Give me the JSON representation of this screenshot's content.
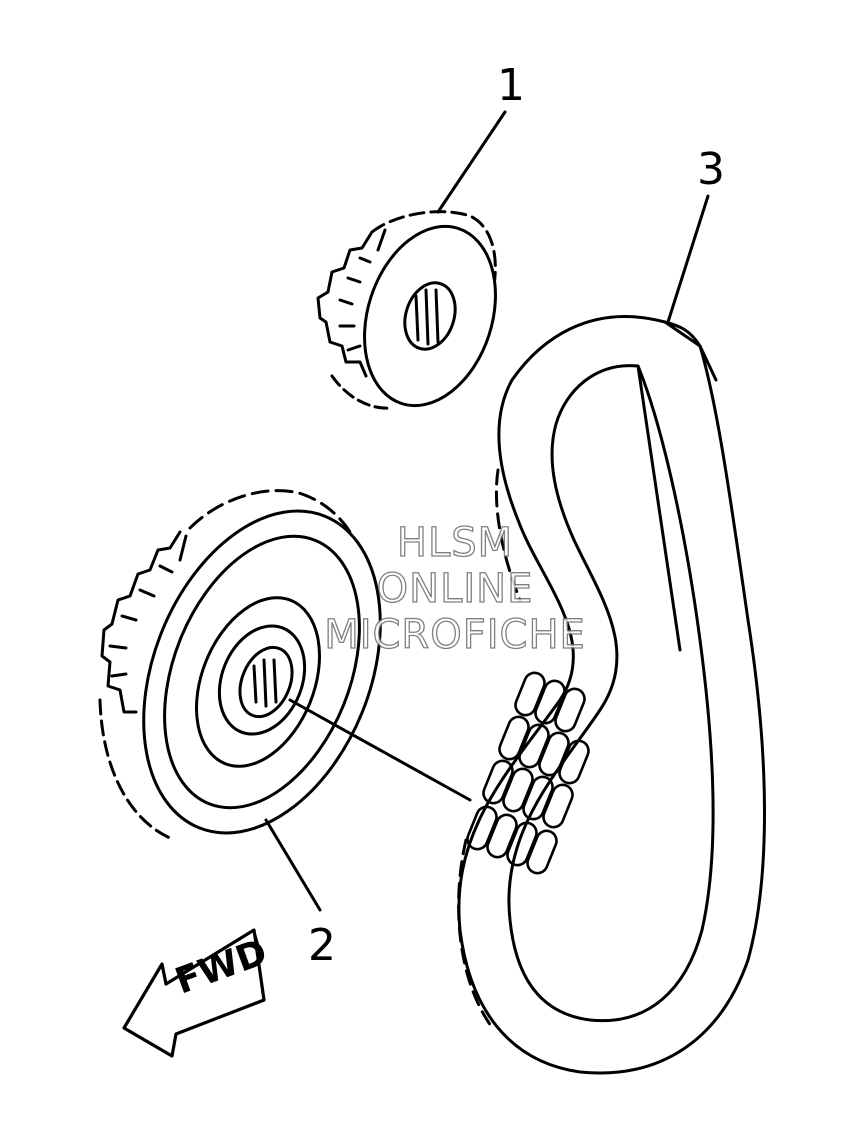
{
  "callouts": [
    {
      "id": "1",
      "label": "1"
    },
    {
      "id": "2",
      "label": "2"
    },
    {
      "id": "3",
      "label": "3"
    }
  ],
  "direction_arrow": {
    "label": "FWD"
  },
  "watermark": {
    "lines": [
      "HLSM",
      "ONLINE",
      "MICROFICHE"
    ]
  },
  "colors": {
    "line": "#000000",
    "background": "#ffffff",
    "watermark_stroke": "#6a6a6a"
  }
}
